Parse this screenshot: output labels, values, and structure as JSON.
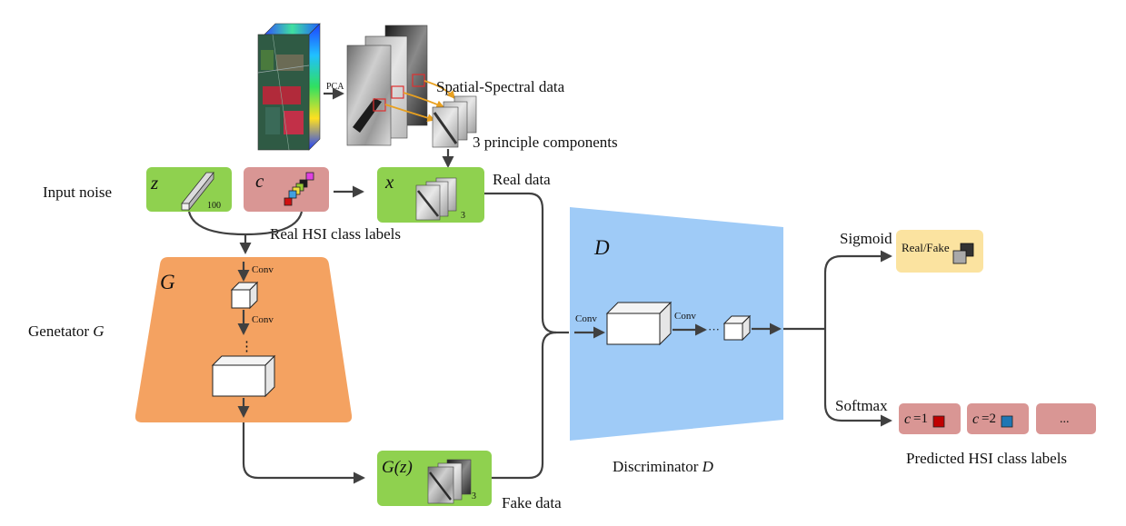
{
  "colors": {
    "green_box": "#8fd14f",
    "pink_box": "#d99694",
    "orange_box": "#f4a261",
    "blue_box": "#9fcbf7",
    "yellow_box": "#fbe3a0",
    "arrow": "#404040",
    "pca_arrow": "#e8a020",
    "patch_outline": "#e03030",
    "class1_square": "#c00000",
    "class2_square": "#1f77b4"
  },
  "icons": {
    "hsi_cube": "hyperspectral-image-cube-icon",
    "pca_maps": "grayscale-component-stack-icon",
    "patch_stack": "image-patch-stack-icon",
    "noise_vector": "noise-vector-bar-icon",
    "label_cubes": "colored-label-cubes-icon",
    "feature_cube": "feature-map-cube-icon"
  },
  "top": {
    "pca_label": "PCA",
    "spatial_spectral": "Spatial-Spectral data",
    "principle": "3 principle components"
  },
  "inputs": {
    "input_noise": "Input noise",
    "z_symbol": "z",
    "z_dim": "100",
    "c_symbol": "c",
    "real_labels": "Real HSI class labels",
    "x_symbol": "x",
    "x_channels": "3",
    "real_data": "Real data"
  },
  "generator": {
    "symbol": "G",
    "conv1": "Conv",
    "conv2": "Conv",
    "dots": "⋮",
    "caption_text": "Genetator ",
    "caption_symbol": "G"
  },
  "fake": {
    "gz": "G(z)",
    "channels": "3",
    "label": "Fake data"
  },
  "discriminator": {
    "symbol": "D",
    "conv1": "Conv",
    "conv2": "Conv",
    "dots": "···",
    "caption_text": "Discriminator ",
    "caption_symbol": "D"
  },
  "outputs": {
    "sigmoid": "Sigmoid",
    "real_fake": "Real/Fake",
    "softmax": "Softmax",
    "class1_c": "c",
    "class1_eq": "=1",
    "class2_c": "c",
    "class2_eq": "=2",
    "class_more": "...",
    "predicted": "Predicted HSI class labels"
  }
}
